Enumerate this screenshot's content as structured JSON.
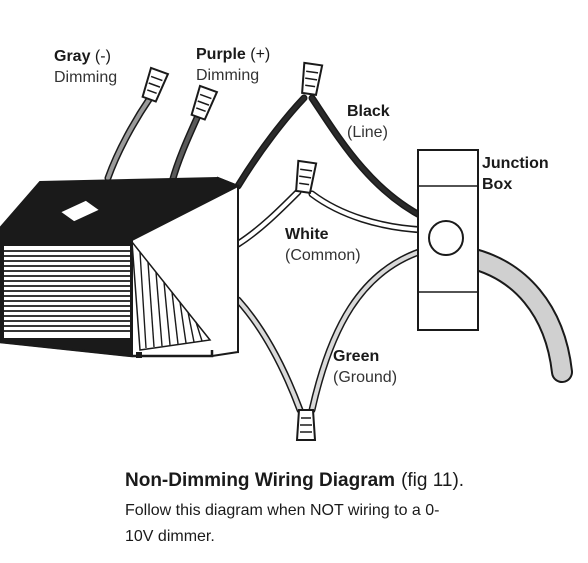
{
  "labels": {
    "gray": {
      "name": "Gray",
      "detail": "(-)",
      "sub": "Dimming"
    },
    "purple": {
      "name": "Purple",
      "detail": "(+)",
      "sub": "Dimming"
    },
    "black": {
      "name": "Black",
      "sub": "(Line)"
    },
    "white": {
      "name": "White",
      "sub": "(Common)"
    },
    "green": {
      "name": "Green",
      "sub": "(Ground)"
    },
    "junction": {
      "line1": "Junction",
      "line2": "Box"
    }
  },
  "caption": {
    "title": "Non-Dimming Wiring Diagram",
    "fig": "(fig 11).",
    "body": "Follow this diagram when NOT wiring to a 0-10V dimmer."
  },
  "colors": {
    "line": "#1a1a1a",
    "gray_wire": "#9a9a9a",
    "purple_wire": "#5a5a5a",
    "black_wire": "#2a2a2a",
    "white_wire": "#d9d9d9",
    "green_wire": "#c8c8c8",
    "conduit": "#d0d0d0"
  }
}
